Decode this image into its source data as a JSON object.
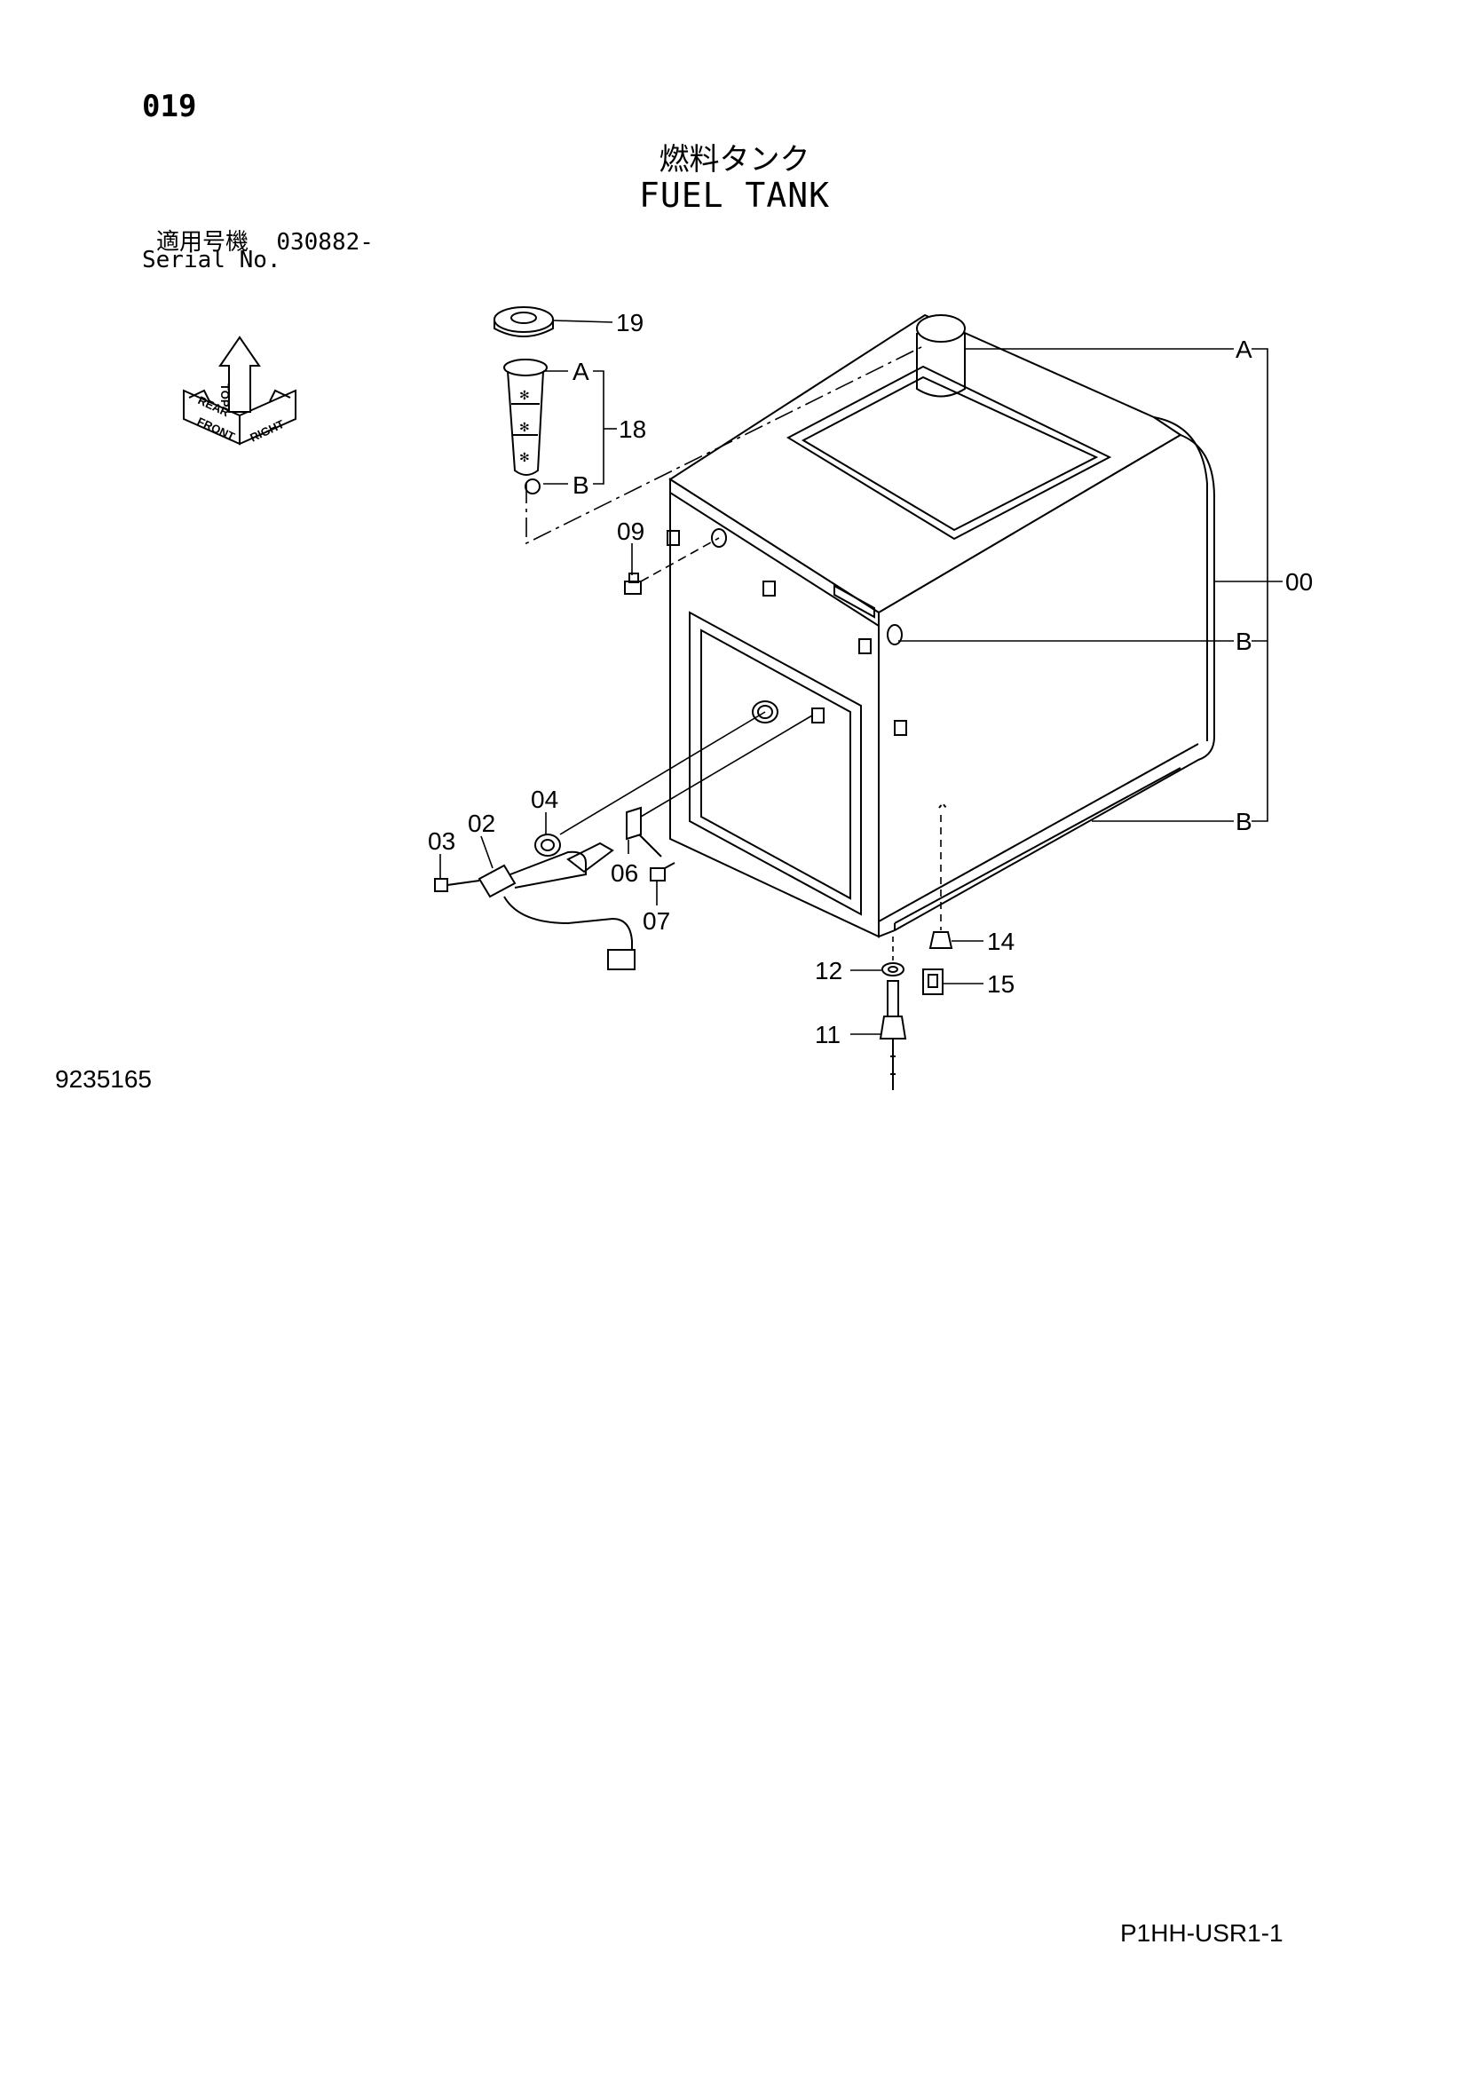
{
  "page_number": "019",
  "title_japanese": "燃料タンク",
  "title_english": "FUEL TANK",
  "serial": {
    "label_japanese": "適用号機",
    "value": "030882-",
    "label_english": "Serial No."
  },
  "direction_marker": {
    "top": "TOP",
    "front": "FRONT",
    "right": "RIGHT",
    "rear": "REAR"
  },
  "callouts": {
    "p00": "00",
    "p02": "02",
    "p03": "03",
    "p04": "04",
    "p06": "06",
    "p07": "07",
    "p09": "09",
    "p11": "11",
    "p12": "12",
    "p14": "14",
    "p15": "15",
    "p18": "18",
    "p19": "19",
    "refA": "A",
    "refB": "B"
  },
  "figure_number": "9235165",
  "document_code": "P1HH-USR1-1"
}
